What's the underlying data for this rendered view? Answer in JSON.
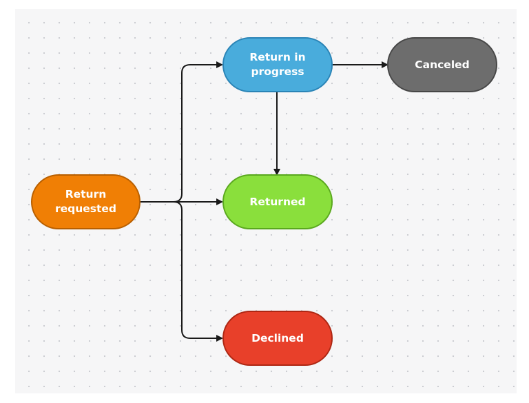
{
  "nodes": {
    "return_requested": {
      "label": "Return requested",
      "color": "#f07f05",
      "border": "#b85f00"
    },
    "return_in_progress": {
      "label": "Return in progress",
      "color": "#49acdc",
      "border": "#2a84b6"
    },
    "canceled": {
      "label": "Canceled",
      "color": "#6d6d6d",
      "border": "#474747"
    },
    "returned": {
      "label": "Returned",
      "color": "#8adf3c",
      "border": "#5aa81e"
    },
    "declined": {
      "label": "Declined",
      "color": "#e8402a",
      "border": "#ad2713"
    }
  },
  "edges": [
    {
      "from": "Return requested",
      "to": "Return in progress"
    },
    {
      "from": "Return requested",
      "to": "Returned"
    },
    {
      "from": "Return requested",
      "to": "Declined"
    },
    {
      "from": "Return in progress",
      "to": "Canceled"
    },
    {
      "from": "Return in progress",
      "to": "Returned"
    }
  ],
  "colors": {
    "edge": "#1a1a1a"
  }
}
